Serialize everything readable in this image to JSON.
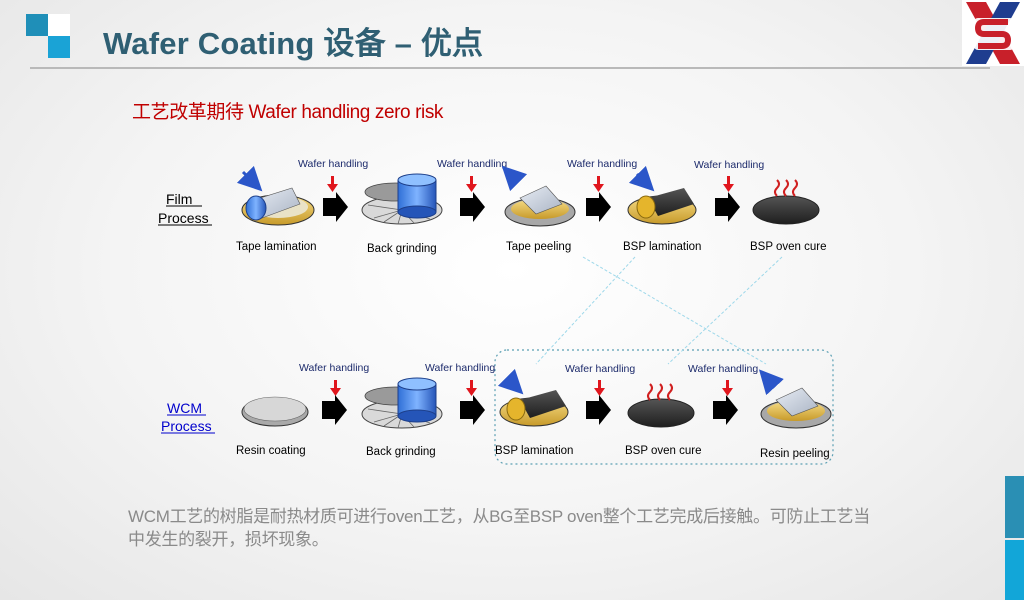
{
  "header": {
    "title": "Wafer Coating 设备 – 优点"
  },
  "subtitle": "工艺改革期待 Wafer handling zero risk",
  "diagram": {
    "film_process": {
      "label_line1": "Film",
      "label_line2": "Process",
      "handling_labels": [
        "Wafer handling",
        "Wafer handling",
        "Wafer handling",
        "Wafer handling"
      ],
      "steps": [
        "Tape lamination",
        "Back grinding",
        "Tape peeling",
        "BSP lamination",
        "BSP oven cure"
      ]
    },
    "wcm_process": {
      "label_line1": "WCM",
      "label_line2": "Process",
      "handling_labels": [
        "Wafer handling",
        "Wafer handling",
        "Wafer handling",
        "Wafer handling"
      ],
      "steps": [
        "Resin coating",
        "Back grinding",
        "BSP lamination",
        "BSP oven cure",
        "Resin peeling"
      ]
    }
  },
  "footer": {
    "line1": "WCM工艺的树脂是耐热材质可进行oven工艺，从BG至BSP oven整个工艺完成后接触。可防止工艺当",
    "line2": "中发生的裂开，损坏现象。"
  },
  "colors": {
    "title": "#2f5f73",
    "subtitle": "#c00000",
    "accent_blue": "#12a6d8",
    "process_link": "#0000cc"
  }
}
